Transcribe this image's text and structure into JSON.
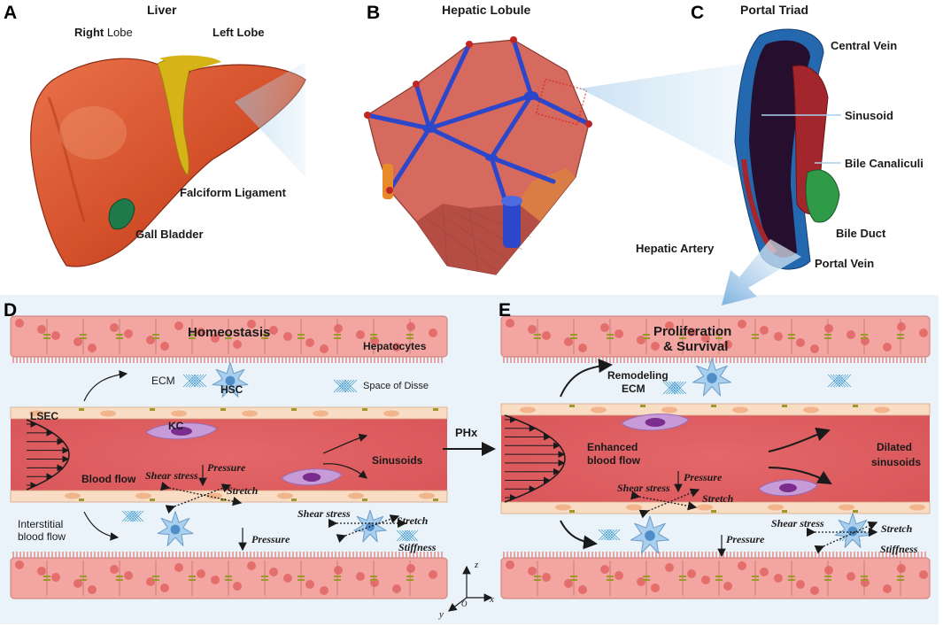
{
  "panels": {
    "A": {
      "letter": "A",
      "title": "Liver"
    },
    "B": {
      "letter": "B",
      "title": "Hepatic Lobule"
    },
    "C": {
      "letter": "C",
      "title": "Portal Triad"
    },
    "D": {
      "letter": "D",
      "title": "Homeostasis"
    },
    "E": {
      "letter": "E",
      "title_line1": "Proliferation",
      "title_line2": "& Survival"
    }
  },
  "liver_labels": {
    "right_lobe_bold": "Right",
    "right_lobe_rest": " Lobe",
    "left_lobe": "Left Lobe",
    "falciform_ligament": "Falciform Ligament",
    "gall_bladder": "Gall Bladder"
  },
  "triad_labels": {
    "central_vein": "Central Vein",
    "sinusoid": "Sinusoid",
    "bile_canaliculi": "Bile  Canaliculi",
    "bile_duct": "Bile Duct",
    "hepatic_artery": "Hepatic Artery",
    "portal_vein": "Portal Vein"
  },
  "homeostasis_labels": {
    "hepatocytes": "Hepatocytes",
    "ecm": "ECM",
    "hsc": "HSC",
    "space_of_disse": "Space of Disse",
    "lsec": "LSEC",
    "kc": "KC",
    "blood_flow": "Blood flow",
    "sinusoids": "Sinusoids",
    "interstitial_line1": "Interstitial",
    "interstitial_line2": "blood flow",
    "shear_stress": "Shear stress",
    "pressure": "Pressure",
    "stretch": "Stretch",
    "shear_stress_2": "Shear stress",
    "stretch_2": "Stretch",
    "stiffness": "Stiffness",
    "pressure_2": "Pressure"
  },
  "transition_label": "PHx",
  "proliferation_labels": {
    "remodeling_line1": "Remodeling",
    "remodeling_line2": "ECM",
    "enhanced_line1": "Enhanced",
    "enhanced_line2": "blood flow",
    "dilated_line1": "Dilated",
    "dilated_line2": "sinusoids",
    "pressure": "Pressure",
    "shear_stress": "Shear stress",
    "stretch": "Stretch",
    "shear_stress_2": "Shear stress",
    "stretch_2": "Stretch",
    "stiffness": "Stiffness",
    "pressure_2": "Pressure"
  },
  "axes_labels": {
    "z": "z",
    "x": "x",
    "y": "y",
    "origin": "O"
  },
  "colors": {
    "panel_bg": "#eaf3fa",
    "hepatocyte_fill": "#f3a6a1",
    "hepatocyte_nucleus": "#e0605e",
    "junction": "#9a9a2c",
    "lsec_fill": "#f8dcc4",
    "blood_fill": "#d9575a",
    "kc_fill": "#c79ad8",
    "kc_nucleus": "#7a2d8c",
    "hsc_fill": "#a8cfee",
    "hsc_nucleus": "#4f8ec9",
    "ecm_mesh": "#4da0cf",
    "liver_fill": "#d9552b",
    "ligament_fill": "#d6b417",
    "gallbladder_fill": "#1f7a4a",
    "lobule_fill": "#d76a5e",
    "vessel_blue": "#2c47c9",
    "triad_dark": "#260f2e",
    "bile_duct_green": "#2f9a48"
  }
}
